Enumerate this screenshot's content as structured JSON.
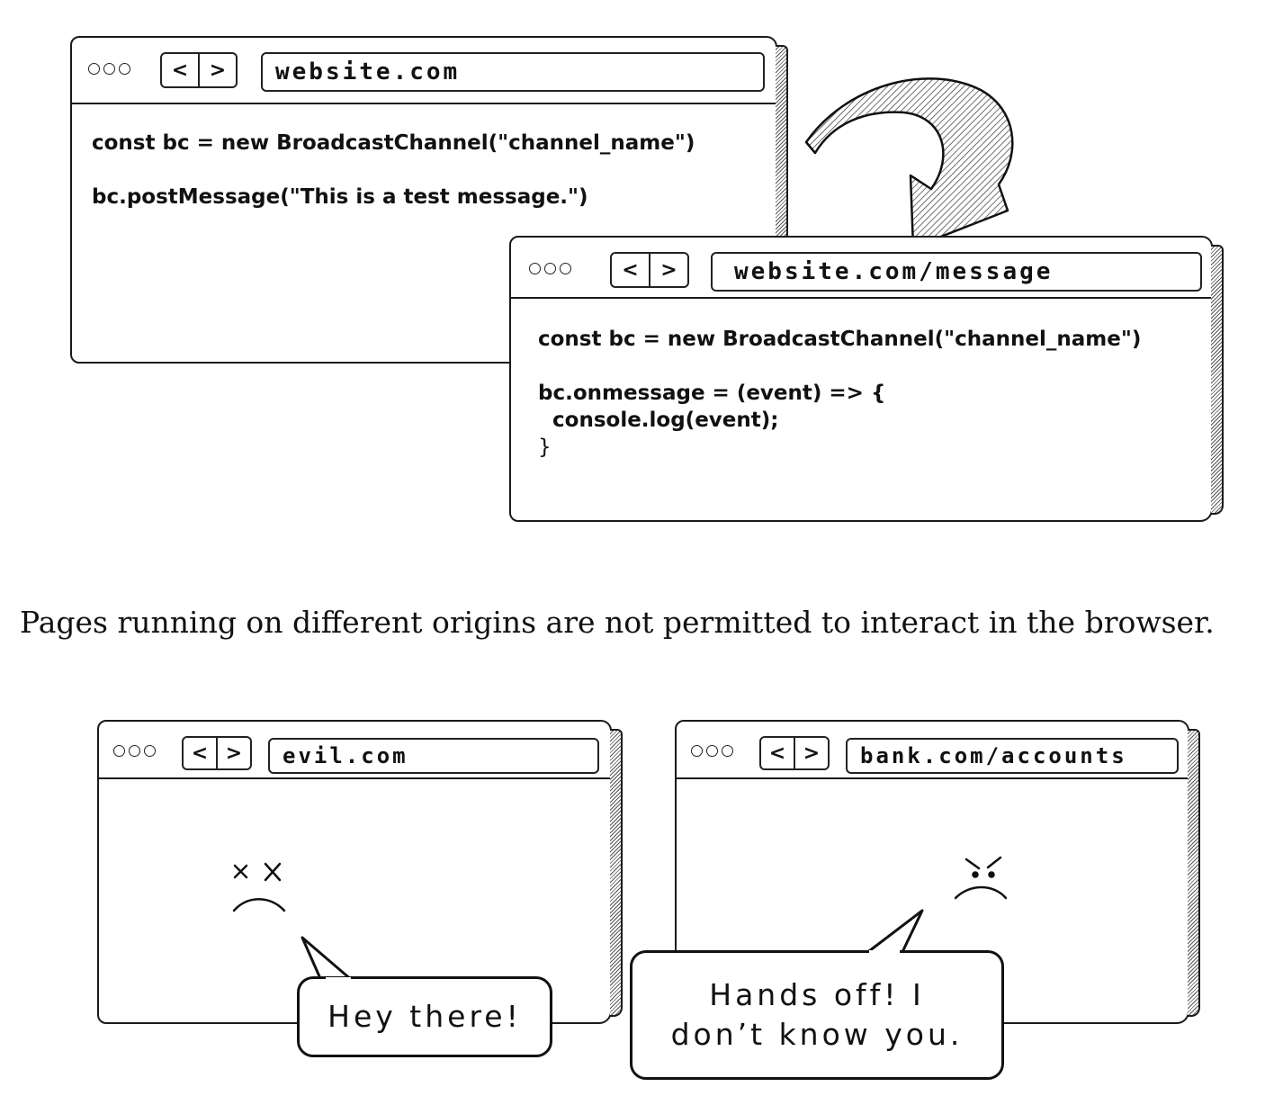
{
  "top_left_window": {
    "url": "website.com",
    "code": [
      "const bc = new BroadcastChannel(\"channel_name\")",
      "",
      "bc.postMessage(\"This is a test message.\")"
    ]
  },
  "top_right_window": {
    "url": "website.com/message",
    "code": [
      "const bc = new BroadcastChannel(\"channel_name\")",
      "",
      "bc.onmessage = (event) => {",
      "  console.log(event);",
      "}"
    ]
  },
  "caption": "Pages running on different origins are not permitted to interact in the browser.",
  "bottom_left_window": {
    "url": "evil.com",
    "speech": "Hey there!"
  },
  "bottom_right_window": {
    "url": "bank.com/accounts",
    "speech": "Hands off! I\ndon’t know you."
  },
  "nav": {
    "back": "<",
    "forward": ">"
  },
  "icons": [
    "window-dots-icon",
    "back-arrow-icon",
    "forward-arrow-icon",
    "curved-arrow-icon",
    "dizzy-face-icon",
    "angry-face-icon"
  ]
}
